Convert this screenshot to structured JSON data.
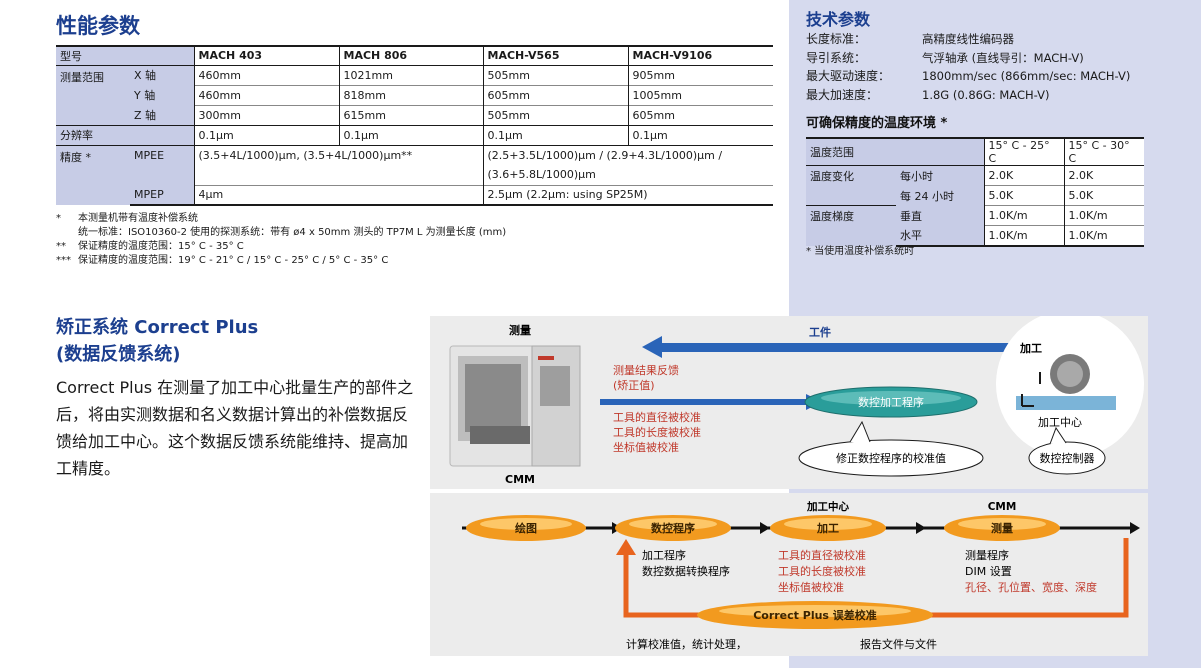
{
  "performance": {
    "title": "性能参数",
    "header": {
      "label": "型号",
      "models": [
        "MACH 403",
        "MACH 806",
        "MACH-V565",
        "MACH-V9106"
      ]
    },
    "range_label": "测量范围",
    "axes": [
      {
        "label": "X 轴",
        "values": [
          "460mm",
          "1021mm",
          "505mm",
          "905mm"
        ]
      },
      {
        "label": "Y 轴",
        "values": [
          "460mm",
          "818mm",
          "605mm",
          "1005mm"
        ]
      },
      {
        "label": "Z 轴",
        "values": [
          "300mm",
          "615mm",
          "505mm",
          "605mm"
        ]
      }
    ],
    "resolution": {
      "label": "分辨率",
      "values": [
        "0.1μm",
        "0.1μm",
        "0.1μm",
        "0.1μm"
      ]
    },
    "accuracy": {
      "label": "精度 *",
      "mpee_label": "MPEE",
      "mpee_a": "(3.5+4L/1000)μm, (3.5+4L/1000)μm**",
      "mpee_b1": "(2.5+3.5L/1000)μm / (2.9+4.3L/1000)μm /",
      "mpee_b2": "(3.6+5.8L/1000)μm",
      "mpep_label": "MPEP",
      "mpep_a": "4μm",
      "mpep_b": "2.5μm (2.2μm: using SP25M)"
    },
    "notes": [
      {
        "mark": "*",
        "text": "本测量机带有温度补偿系统"
      },
      {
        "mark": "",
        "text": "统一标准：ISO10360-2  使用的探测系统：带有 ø4 x 50mm 测头的 TP7M   L 为测量长度 (mm)"
      },
      {
        "mark": "**",
        "text": "保证精度的温度范围：15° C - 35° C"
      },
      {
        "mark": "***",
        "text": "保证精度的温度范围：19° C - 21° C / 15° C - 25° C / 5° C - 35° C"
      }
    ]
  },
  "tech": {
    "title": "技术参数",
    "rows": [
      {
        "k": "长度标准：",
        "v": "高精度线性编码器"
      },
      {
        "k": "导引系统：",
        "v": "气浮轴承 (直线导引：MACH-V)"
      },
      {
        "k": "最大驱动速度：",
        "v": "1800mm/sec (866mm/sec: MACH-V)"
      },
      {
        "k": "最大加速度：",
        "v": "1.8G (0.86G: MACH-V)"
      }
    ],
    "temp_title": "可确保精度的温度环境 *",
    "temp_header": {
      "label": "温度范围",
      "c1": "15° C - 25° C",
      "c2": "15° C - 30° C"
    },
    "temp_change": {
      "label": "温度变化",
      "rows": [
        {
          "sub": "每小时",
          "c1": "2.0K",
          "c2": "2.0K"
        },
        {
          "sub": "每 24 小时",
          "c1": "5.0K",
          "c2": "5.0K"
        }
      ]
    },
    "temp_gradient": {
      "label": "温度梯度",
      "rows": [
        {
          "sub": "垂直",
          "c1": "1.0K/m",
          "c2": "1.0K/m"
        },
        {
          "sub": "水平",
          "c1": "1.0K/m",
          "c2": "1.0K/m"
        }
      ]
    },
    "temp_note": "* 当使用温度补偿系统时"
  },
  "correct_plus": {
    "title1": "矫正系统 Correct Plus",
    "title2": "(数据反馈系统)",
    "body": "Correct Plus 在测量了加工中心批量生产的部件之后，将由实测数据和名义数据计算出的补偿数据反馈给加工中心。这个数据反馈系统能维持、提高加工精度。"
  },
  "diagram_top": {
    "measure_label": "测量",
    "cmm_label": "CMM",
    "workpiece_label": "工件",
    "machining_label": "加工",
    "feedback1": "测量结果反馈",
    "feedback2": "(矫正值)",
    "calib1": "工具的直径被校准",
    "calib2": "工具的长度被校准",
    "calib3": "坐标值被校准",
    "nc_program": "数控加工程序",
    "bubble_left": "修正数控程序的校准值",
    "mc_center": "加工中心",
    "bubble_right": "数控控制器"
  },
  "diagram_bottom": {
    "mc_header": "加工中心",
    "cmm_header": "CMM",
    "steps": [
      "绘图",
      "数控程序",
      "加工",
      "测量"
    ],
    "nc_notes": [
      "加工程序",
      "数控数据转换程序"
    ],
    "mach_notes": [
      "工具的直径被校准",
      "工具的长度被校准",
      "坐标值被校准"
    ],
    "meas_notes": [
      "测量程序",
      "DIM  设置",
      "孔径、孔位置、宽度、深度"
    ],
    "correct_label": "Correct Plus 误差校准",
    "footer_left": "计算校准值，统计处理，",
    "footer_right": "报告文件与文件"
  }
}
